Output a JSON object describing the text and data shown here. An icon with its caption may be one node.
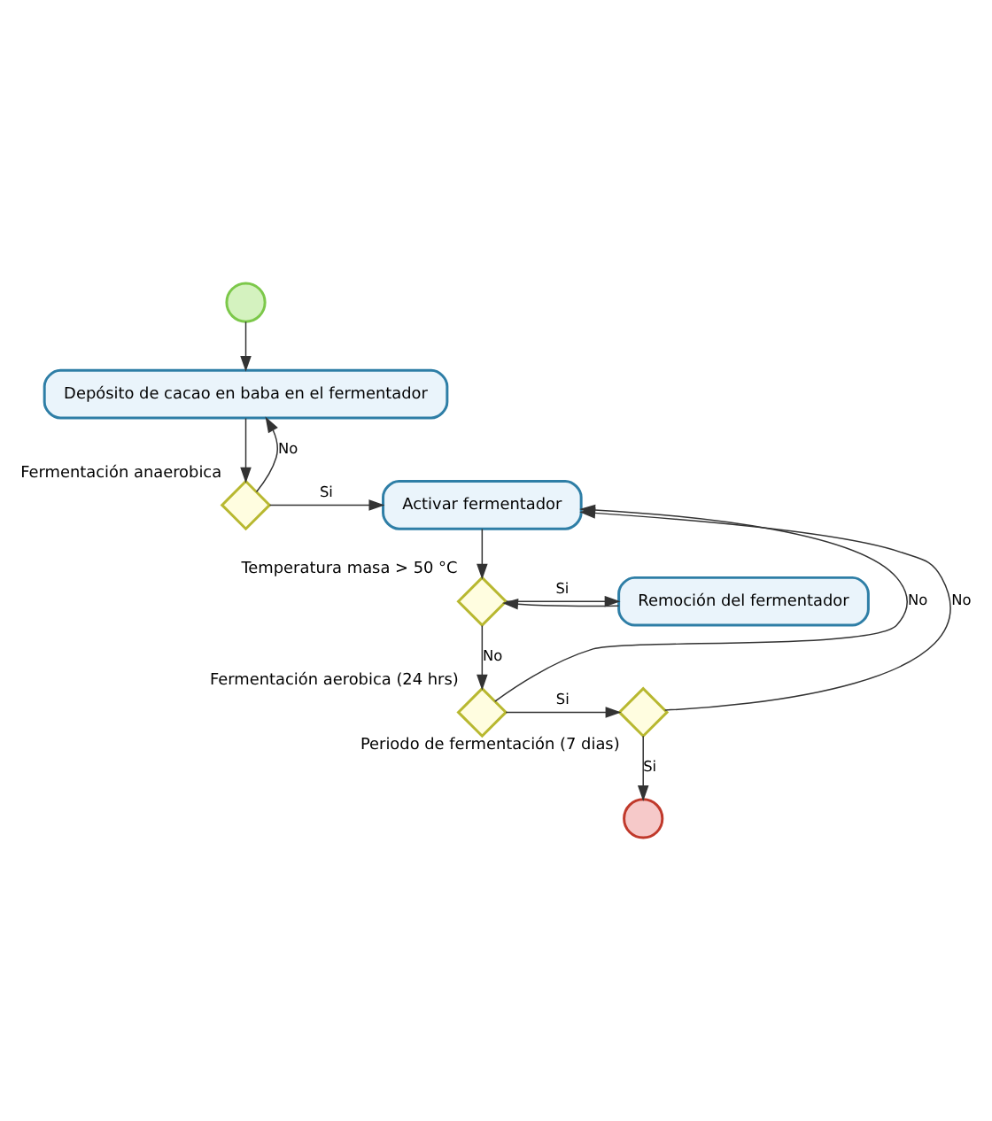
{
  "diagram": {
    "nodes": [
      {
        "text": [],
        "shape": "circle"
      },
      {
        "text": [
          "Depósito de cacao en baba en el fermentador"
        ]
      },
      {
        "text": [
          "Fermentación anaerobica"
        ]
      },
      {
        "text": [
          "Activar fermentador"
        ]
      },
      {
        "text": [
          "Temperatura masa > 50 °C"
        ]
      },
      {
        "text": [
          "Remoción del fermentador"
        ]
      },
      {
        "text": [
          "Fermentación aerobica (24 hrs)"
        ]
      },
      {
        "text": [
          "Periodo de fermentación (7 dias)"
        ]
      },
      {
        "text": [],
        "shape": "circle"
      }
    ],
    "edges": [
      {
        "from": 0,
        "to": 1,
        "arrow": "to"
      },
      {
        "from": 1,
        "to": 2,
        "arrow": "to"
      },
      {
        "from": 2,
        "to": 1,
        "label": "No",
        "arrow": "to"
      },
      {
        "from": 2,
        "to": 3,
        "label": "Si",
        "arrow": "to"
      },
      {
        "from": 3,
        "to": 4,
        "arrow": "to"
      },
      {
        "from": 4,
        "to": 5,
        "label": "Si",
        "arrow": "to"
      },
      {
        "from": 5,
        "to": 4,
        "arrow": "to"
      },
      {
        "from": 4,
        "to": 6,
        "label": "No",
        "arrow": "to"
      },
      {
        "from": 6,
        "to": 7,
        "label": "Si",
        "arrow": "to"
      },
      {
        "from": 6,
        "to": 3,
        "label": "No",
        "arrow": "to"
      },
      {
        "from": 7,
        "to": 3,
        "label": "No",
        "arrow": "to"
      },
      {
        "from": 7,
        "to": 8,
        "label": "Si",
        "arrow": "to"
      }
    ]
  }
}
